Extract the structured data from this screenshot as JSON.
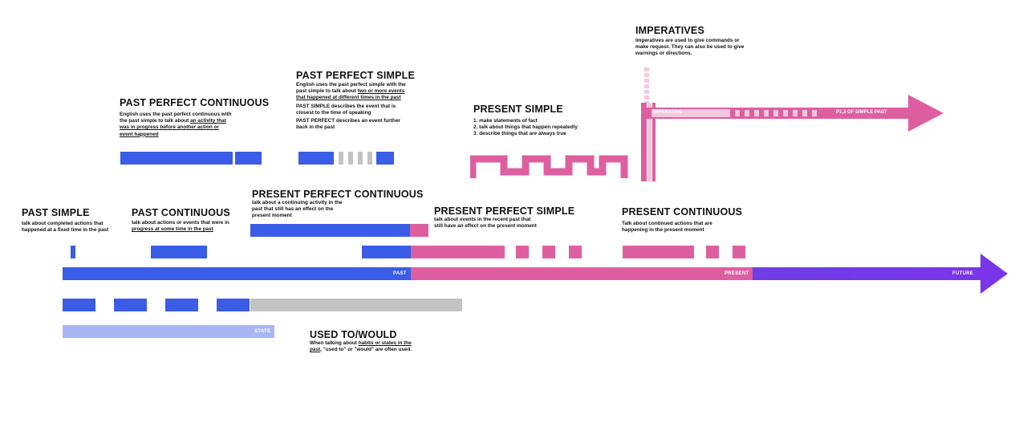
{
  "timeline": {
    "past_label": "PAST",
    "present_label": "PRESENT",
    "future_label": "FUTURE",
    "state_label": "STATE",
    "imperative_label": "IMPERATIVE",
    "simple_past_label": "P1,3 OF SIMPLE PAST"
  },
  "colors": {
    "past": "#3a5ce6",
    "present": "#de5f9f",
    "future": "#7a35e8",
    "gray": "#c3c3c3",
    "light_blue": "#a7b7f5",
    "light_pink": "#f6c8dc"
  },
  "sections": {
    "past_simple": {
      "title": "PAST SIMPLE",
      "desc": "talk about completed actions that happened at a fixed time in the past"
    },
    "past_continuous": {
      "title": "PAST CONTINUOUS",
      "desc_1": "talk about actions or events that were in",
      "desc_2": "progress at some time in the past"
    },
    "past_perfect_continuous": {
      "title": "PAST PERFECT CONTINUOUS",
      "desc_1": "English uses the past perfect continuous with the past simple to talk about",
      "desc_2": "an activity that was in progress before another action or event happened"
    },
    "past_perfect_simple": {
      "title": "PAST PERFECT SIMPLE",
      "desc_1": "English uses the past perfect simple with the past simple to talk about",
      "desc_2": "two or more events that happened at different times in the past",
      "desc_3": "PAST SIMPLE describes the event that is closest to the time of speaking",
      "desc_4": "PAST PERFECT describes an event further back in the past"
    },
    "present_perfect_continuous": {
      "title": "PRESENT PERFECT CONTINUOUS",
      "desc": "talk about a continuing activity in the past that still has an effect on the present moment"
    },
    "present_perfect_simple": {
      "title": "PRESENT PERFECT SIMPLE",
      "desc": "talk about events in the recent past that still have an effect on the present moment"
    },
    "present_simple": {
      "title": "PRESENT SIMPLE",
      "items": [
        "make statements of fact",
        "talk about things that happen repeatedly",
        "describe things that are always true"
      ]
    },
    "present_continuous": {
      "title": "PRESENT CONTINUOUS",
      "desc": "Talk about continued actions that are happening in the present moment"
    },
    "imperatives": {
      "title": "IMPERATIVES",
      "desc": "Imperatives are used to give commands or make request. They can also be used to give warnings or directions."
    },
    "used_to_would": {
      "title": "USED TO/WOULD",
      "desc_1": "When talking about",
      "desc_2": "habits or states in the past",
      "desc_3": ", \"used to\" or \"would\" are often used."
    }
  }
}
